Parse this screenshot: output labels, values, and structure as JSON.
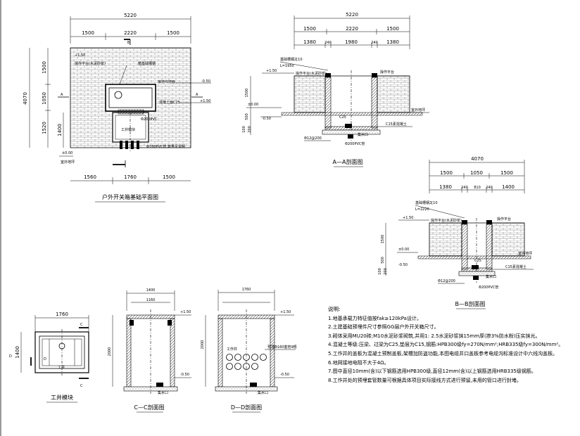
{
  "plan": {
    "title": "户外开关箱基础平面图",
    "dims_top": [
      "5220",
      "1500",
      "2220",
      "1500"
    ],
    "dims_bottom": [
      "1560",
      "1760",
      "1500"
    ],
    "dims_left": [
      "4070",
      "1500",
      "1050",
      "1520",
      "1400"
    ],
    "section_a": "A",
    "section_b": "B",
    "labels": {
      "elev_150": "+1.50",
      "op_platform": "操作平台(水泥砂浆)",
      "foundation_frame": "箱基础槽钢",
      "cable_trench": "接地沟地面",
      "elev_neg050": "-0.50",
      "elev_150b": "+1.50",
      "c25": "混凝土面C25",
      "work_well": "工井模块",
      "pvc_pipe": "Φ200PVC",
      "elev_000": "±0.00",
      "outdoor_ground": "室外地坪",
      "pvc_note": "Φ160PVC管,数量见说明"
    }
  },
  "sectionA": {
    "title": "A—A剖面图",
    "dims_total": "5220",
    "dims_row1": [
      "1500",
      "2220",
      "1500"
    ],
    "dims_row2": [
      "1380",
      "240",
      "1980",
      "240",
      "1380"
    ],
    "labels": {
      "channel": "基础槽钢2[10",
      "length": "L=1950",
      "op1": "操作平台(水泥砂浆)",
      "op2": "操作平台",
      "elev_150": "+1.50",
      "elev_000": "±0.00",
      "elev_neg050": "-0.50",
      "h1500": "1500",
      "h500": "500",
      "h100": "100",
      "h200": "200",
      "c25": "C25",
      "c15": "C15素混凝土",
      "ground": "室外地坪",
      "sump": "集水口",
      "rebar": "Φ12@200",
      "pvc": "Φ200PVC管"
    }
  },
  "sectionB": {
    "title": "B—B剖面图",
    "dims_total": "4070",
    "dims_row1": [
      "1500",
      "1050",
      "1500"
    ],
    "dims_row2": [
      "1380",
      "240",
      "810",
      "240",
      "1400"
    ],
    "labels": {
      "channel": "基础槽钢2[10",
      "length": "L=2220",
      "op1": "操作平台(水泥砂浆)",
      "op2": "操作平台",
      "elev_150": "+1.50",
      "elev_000": "±0.00",
      "elev_neg050": "-0.50",
      "h1500": "1500",
      "h500": "500",
      "h100": "100",
      "h200": "200",
      "c25": "C25",
      "c15": "C15素混凝土",
      "ground": "室外地坪",
      "sump": "集水口",
      "rebar": "Φ12@200",
      "pvc": "Φ200PVC管"
    }
  },
  "module": {
    "title": "工井模块",
    "dim_w": "1760",
    "dim_h": "1400",
    "label_c": "C",
    "label_d": "D",
    "inner": "工井"
  },
  "sectionC": {
    "title": "C—C剖面图",
    "dims": [
      "1400",
      "1160"
    ],
    "dim_h": "2000",
    "elev_top": "+1.50",
    "elev_bot": "-0.50",
    "sump": "集水口"
  },
  "sectionD": {
    "title": "D—D剖面图",
    "dim_w": "1760",
    "dim_h": "2000",
    "elev_top": "+1.50",
    "elev_bot": "-0.50",
    "inner": "工作井",
    "pipe_note": "预埋Φ160套管9根",
    "sump": "集水口"
  },
  "notes": {
    "heading": "说明:",
    "items": [
      "1.地基承载力特征值按fak≥120kPa设计。",
      "2.土建基础预埋件尺寸参照GG层户外开关箱尺寸。",
      "3.砌体采用MU20砖;M10水泥砂浆砌筑,并用1: 2.5水泥砂浆抹15mm厚(掺3%防水粉)压实抹光。",
      "4.混凝土等级:压梁、过梁为C25,垫层为C15,钢筋:HPB300级fy=270N/mm²;HRB335级fy=300N/mm²。",
      "5.工作井的盖板为混凝土预制盖板,架槽加防盗功能,本图电缆井口盖板参考电缆沟标准设计中六线沟盖板。",
      "6.地网接地电阻不大于4Ω。",
      "7.图中直径10mm(含)以下钢筋选用HPB300级,直径12mm(含)以上钢筋选用HRB335级钢筋。",
      "8.工作井处的预埋套管数量可根据具体项目实际接线方式进行预留,未用的管口进行封堵。"
    ]
  }
}
